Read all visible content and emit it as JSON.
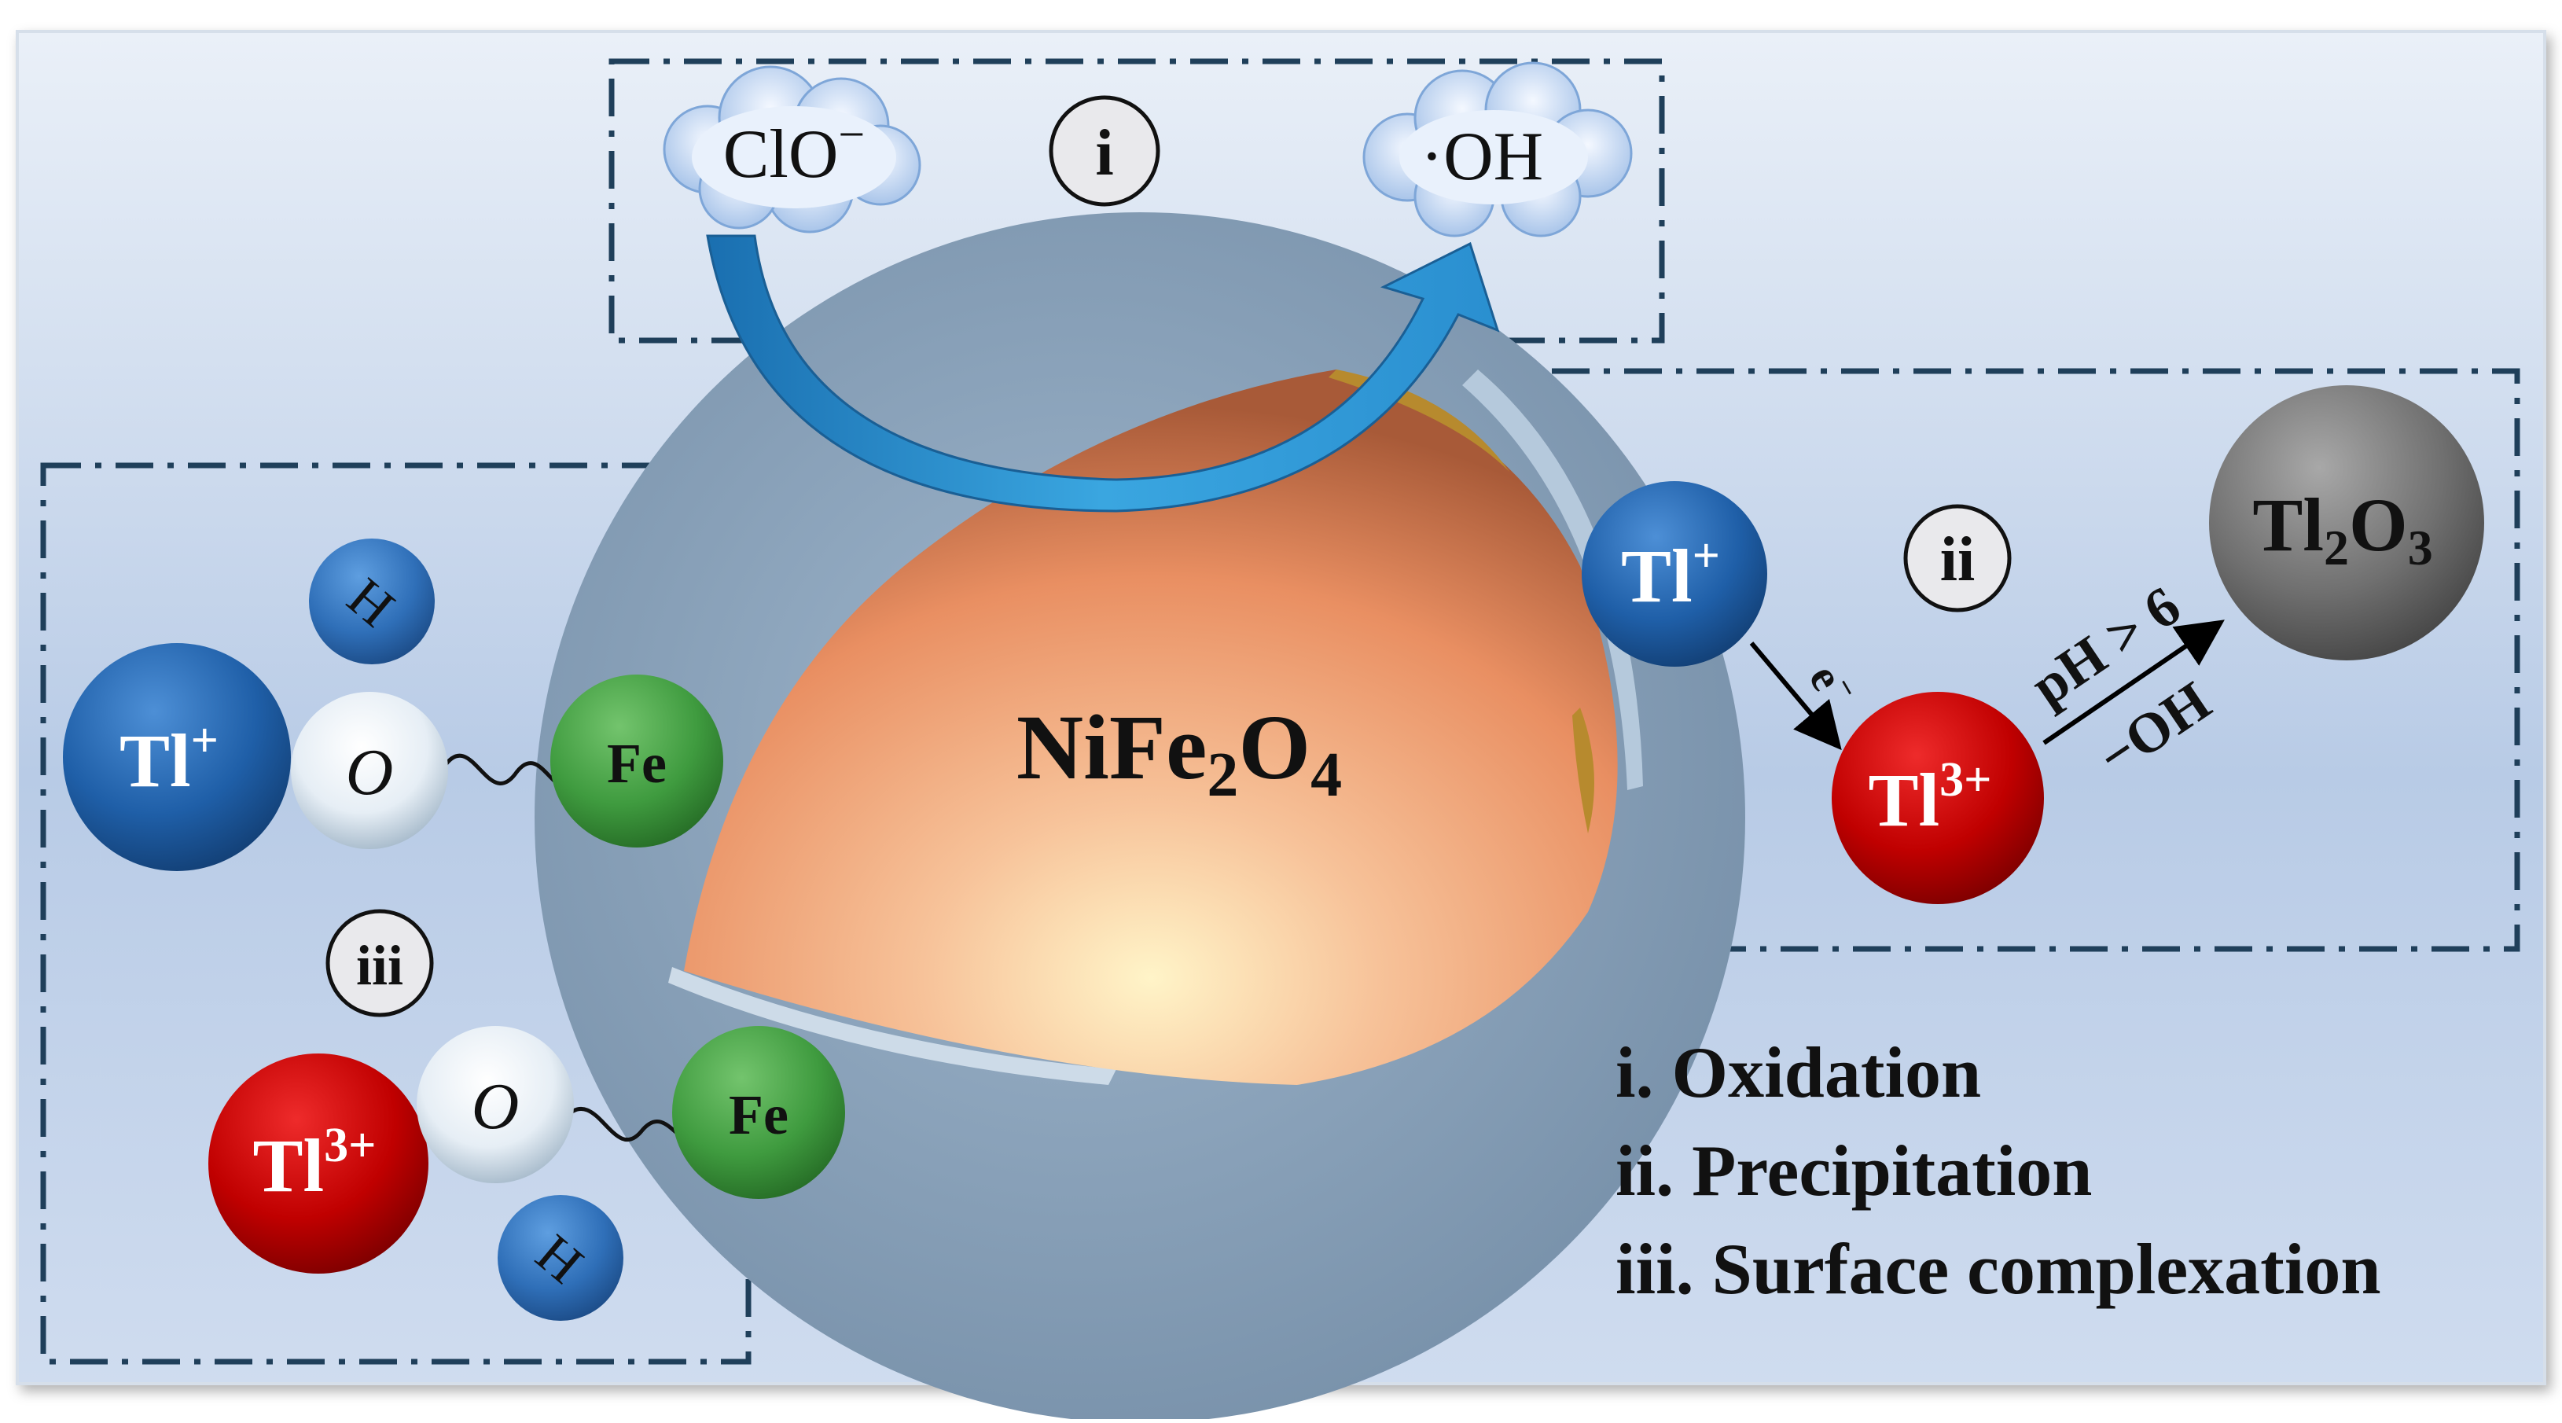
{
  "core": {
    "label_base": "NiFe",
    "label_sub1": "2",
    "label_mid": "O",
    "label_sub2": "4"
  },
  "oxidation_box": {
    "roman": "i",
    "reactant": "ClO",
    "reactant_charge": "−",
    "product": "·OH"
  },
  "precipitation_box": {
    "roman": "ii",
    "tl_plus_base": "Tl",
    "tl_plus_charge": "+",
    "electron": "e",
    "electron_charge": "−",
    "tl3_base": "Tl",
    "tl3_charge": "3+",
    "condition_top": "pH > 6",
    "condition_bottom": "−OH",
    "product_base": "Tl",
    "product_sub1": "2",
    "product_mid": "O",
    "product_sub2": "3"
  },
  "complexation_box": {
    "roman": "iii",
    "top": {
      "tl_base": "Tl",
      "tl_charge": "+",
      "h": "H",
      "o": "O",
      "fe": "Fe"
    },
    "bottom": {
      "tl_base": "Tl",
      "tl_charge": "3+",
      "h": "H",
      "o": "O",
      "fe": "Fe"
    }
  },
  "legend": {
    "items": [
      "i. Oxidation",
      "ii. Precipitation",
      "iii. Surface complexation"
    ]
  },
  "colors": {
    "tl_plus": "#1f5fa8",
    "tl3_plus": "#c00000",
    "tl2o3": "#6e6e6e",
    "fe": "#3f9b3f",
    "h": "#2f6fb8",
    "core": "#f0a070",
    "shell": "#8ea8c0",
    "dash_box": "#1f3f5a",
    "arrow": "#2a8fd0"
  }
}
